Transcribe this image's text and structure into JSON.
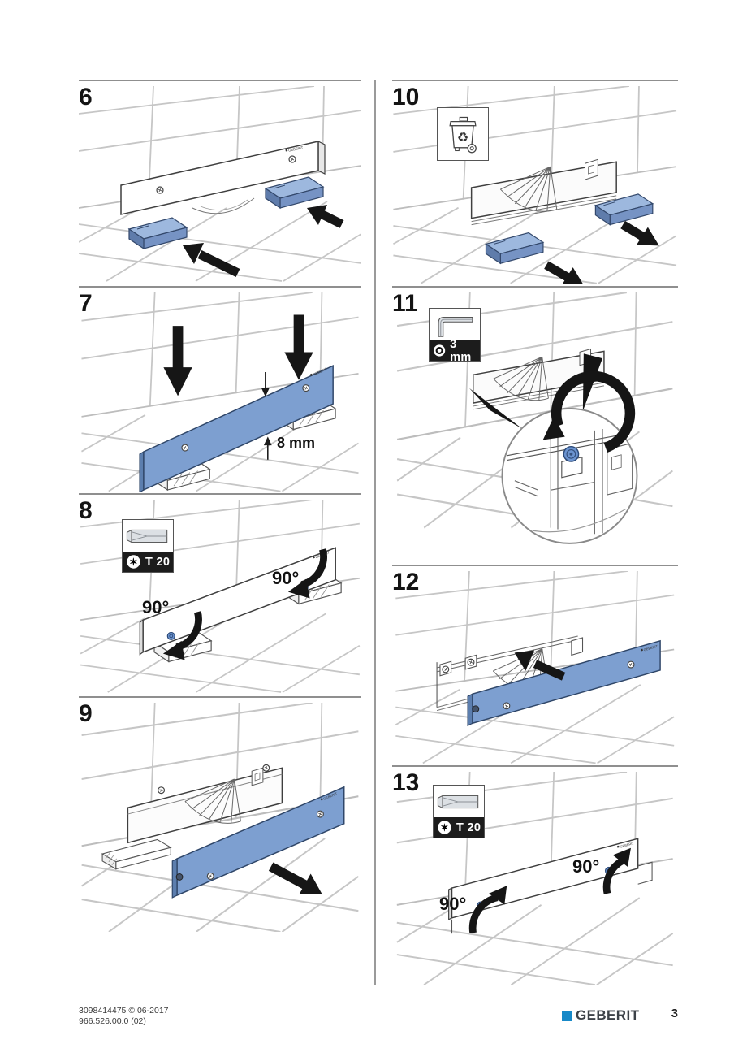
{
  "page": {
    "number": "3"
  },
  "branding": {
    "brand": "GEBERIT",
    "panel_logo": "GEBERIT",
    "logo_color": "#1789c8"
  },
  "footer": {
    "doc_line1": "3098414475 © 06-2017",
    "doc_line2": "966.526.00.0 (02)"
  },
  "icons": {
    "torx_star": "✶",
    "recycle": "♻",
    "hex_socket": "hex-socket-ring"
  },
  "colors": {
    "panel_blue": "#7d9fd0",
    "wedge_blue_top": "#9db8de",
    "wedge_blue_front": "#7693c4",
    "wedge_blue_side": "#5f7cab",
    "screw_blue": "#6b93cf",
    "arrow_black": "#161616",
    "geberit_blue": "#1789c8",
    "tile_line": "#c6c6c6"
  },
  "steps": [
    {
      "number": "6"
    },
    {
      "number": "7",
      "dimension": "8 mm"
    },
    {
      "number": "8",
      "tool": "T 20",
      "angles": [
        "90°",
        "90°"
      ]
    },
    {
      "number": "9"
    },
    {
      "number": "10"
    },
    {
      "number": "11",
      "tool": "3 mm"
    },
    {
      "number": "12"
    },
    {
      "number": "13",
      "tool": "T 20",
      "angles": [
        "90°",
        "90°"
      ]
    }
  ]
}
